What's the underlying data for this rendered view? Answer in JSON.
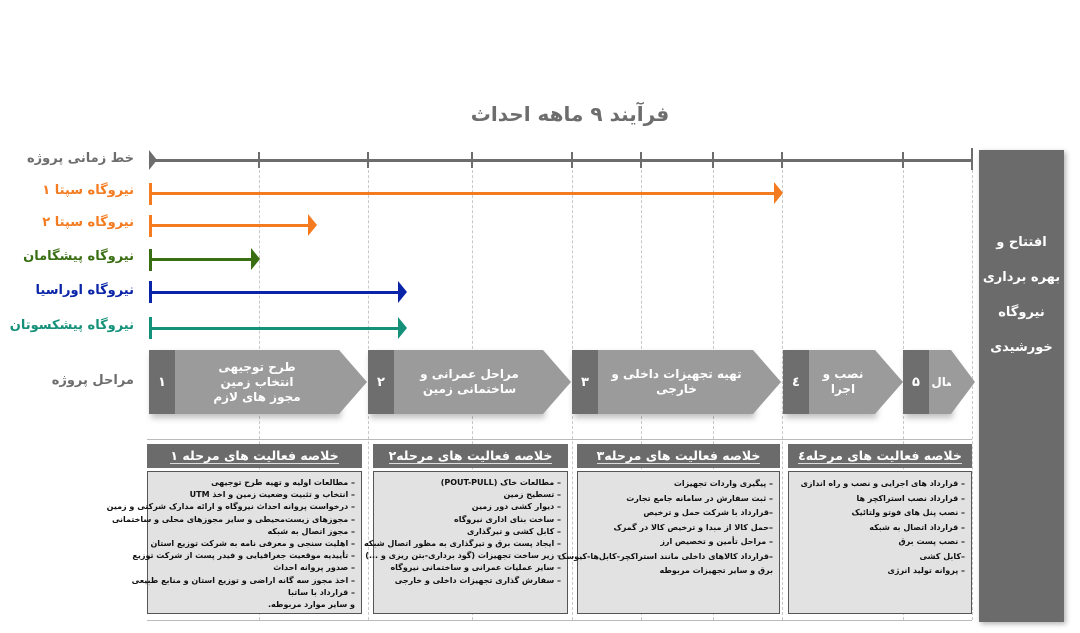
{
  "title": "فرآیند ۹ ماهه احداث",
  "rows": {
    "timeline": "خط زمانی پروژه",
    "plants": [
      {
        "name": "نیروگاه سپتا ۱",
        "color": "#f47b20"
      },
      {
        "name": "نیروگاه سپتا ۲",
        "color": "#f47b20"
      },
      {
        "name": "نیروگاه پیشگامان",
        "color": "#3a6e12"
      },
      {
        "name": "نیروگاه اوراسیا",
        "color": "#0a24a8"
      },
      {
        "name": "نیروگاه پیشکسوتان",
        "color": "#15917a"
      }
    ],
    "phases_label": "مراحل پروژه"
  },
  "phases": [
    {
      "num": "۱",
      "text": "طرح توجیهی\nانتخاب زمین\nمجوز های لازم"
    },
    {
      "num": "۲",
      "text": "مراحل عمرانی و ساختمانی زمین"
    },
    {
      "num": "۳",
      "text": "تهیه تجهیزات داخلی و خارجی"
    },
    {
      "num": "٤",
      "text": "نصب و اجرا"
    },
    {
      "num": "۵",
      "text": "اتصال"
    }
  ],
  "side": [
    "افتتاح و",
    "بهره برداری",
    "نیروگاه",
    "خورشیدی"
  ],
  "summaries": [
    {
      "title": "خلاصه فعالیت های مرحله ۱",
      "items": [
        "– مطالعات اولیه و تهیه طرح توجیهی",
        "– انتخاب و تثبیت وضعیت زمین و اخذ UTM",
        "– درخواست پروانه احداث نیروگاه و ارائه مدارک شرکتی و زمین",
        "– مجوزهای زیست‌محیطی و سایر مجوزهای محلی و ساختمانی",
        "– مجوز اتصال به شبکه",
        "– اهلیت سنجی و معرفی نامه به شرکت توزیع استان",
        "– تأییدیه موقعیت جغرافیایی و فیدر پست از شرکت توزیع",
        "– صدور پروانه احداث",
        "– اخذ مجوز سه گانه اراضی و توزیع استان و منابع طبیعی",
        "– قرارداد با ساتبا",
        "و سایر موارد مربوطه."
      ]
    },
    {
      "title": "خلاصه فعالیت های مرحله۲",
      "items": [
        "– مطالعات خاک (POUT-PULL)",
        "– تسطیح زمین",
        "– دیوار کشی دور زمین",
        "– ساخت بنای اداری نیروگاه",
        "– کابل کشی و تیرگذاری",
        "– ایجاد پست برق و تیرگذاری به مظور اتصال شبکه",
        "– زیر ساخت تجهیزات (گود برداری-بتن ریزی و ...)",
        "– سایر عملیات عمرانی و ساختمانی نیروگاه",
        "– سفارش گذاری تجهیزات داخلی و خارجی"
      ]
    },
    {
      "title": "خلاصه فعالیت های مرحله۳",
      "items": [
        "– پیگیری واردات تجهیزات",
        "– ثبت سفارش در سامانه جامع تجارت",
        "–قرارداد با شرکت حمل و ترخیص",
        "–حمل کالا از مبدا و ترخیص کالا در گمرک",
        "– مراحل تأمین و تخصیص ارز",
        "–قرارداد کالاهای داخلی مانند استراکچر-کابل‌ها-کیوسک",
        "برق و سایر تجهیزات مربوطه"
      ]
    },
    {
      "title": "خلاصه فعالیت های مرحله٤",
      "items": [
        "– قرارداد های اجرایی و نصب و راه اندازی",
        "– قرارداد نصب استراکچر ها",
        "– نصب پنل های فوتو ولتائیک",
        "– قرارداد اتصال به شبکه",
        "– نصب پست برق",
        "–کابل کشی",
        "– پروانه تولید انرژی"
      ]
    }
  ]
}
